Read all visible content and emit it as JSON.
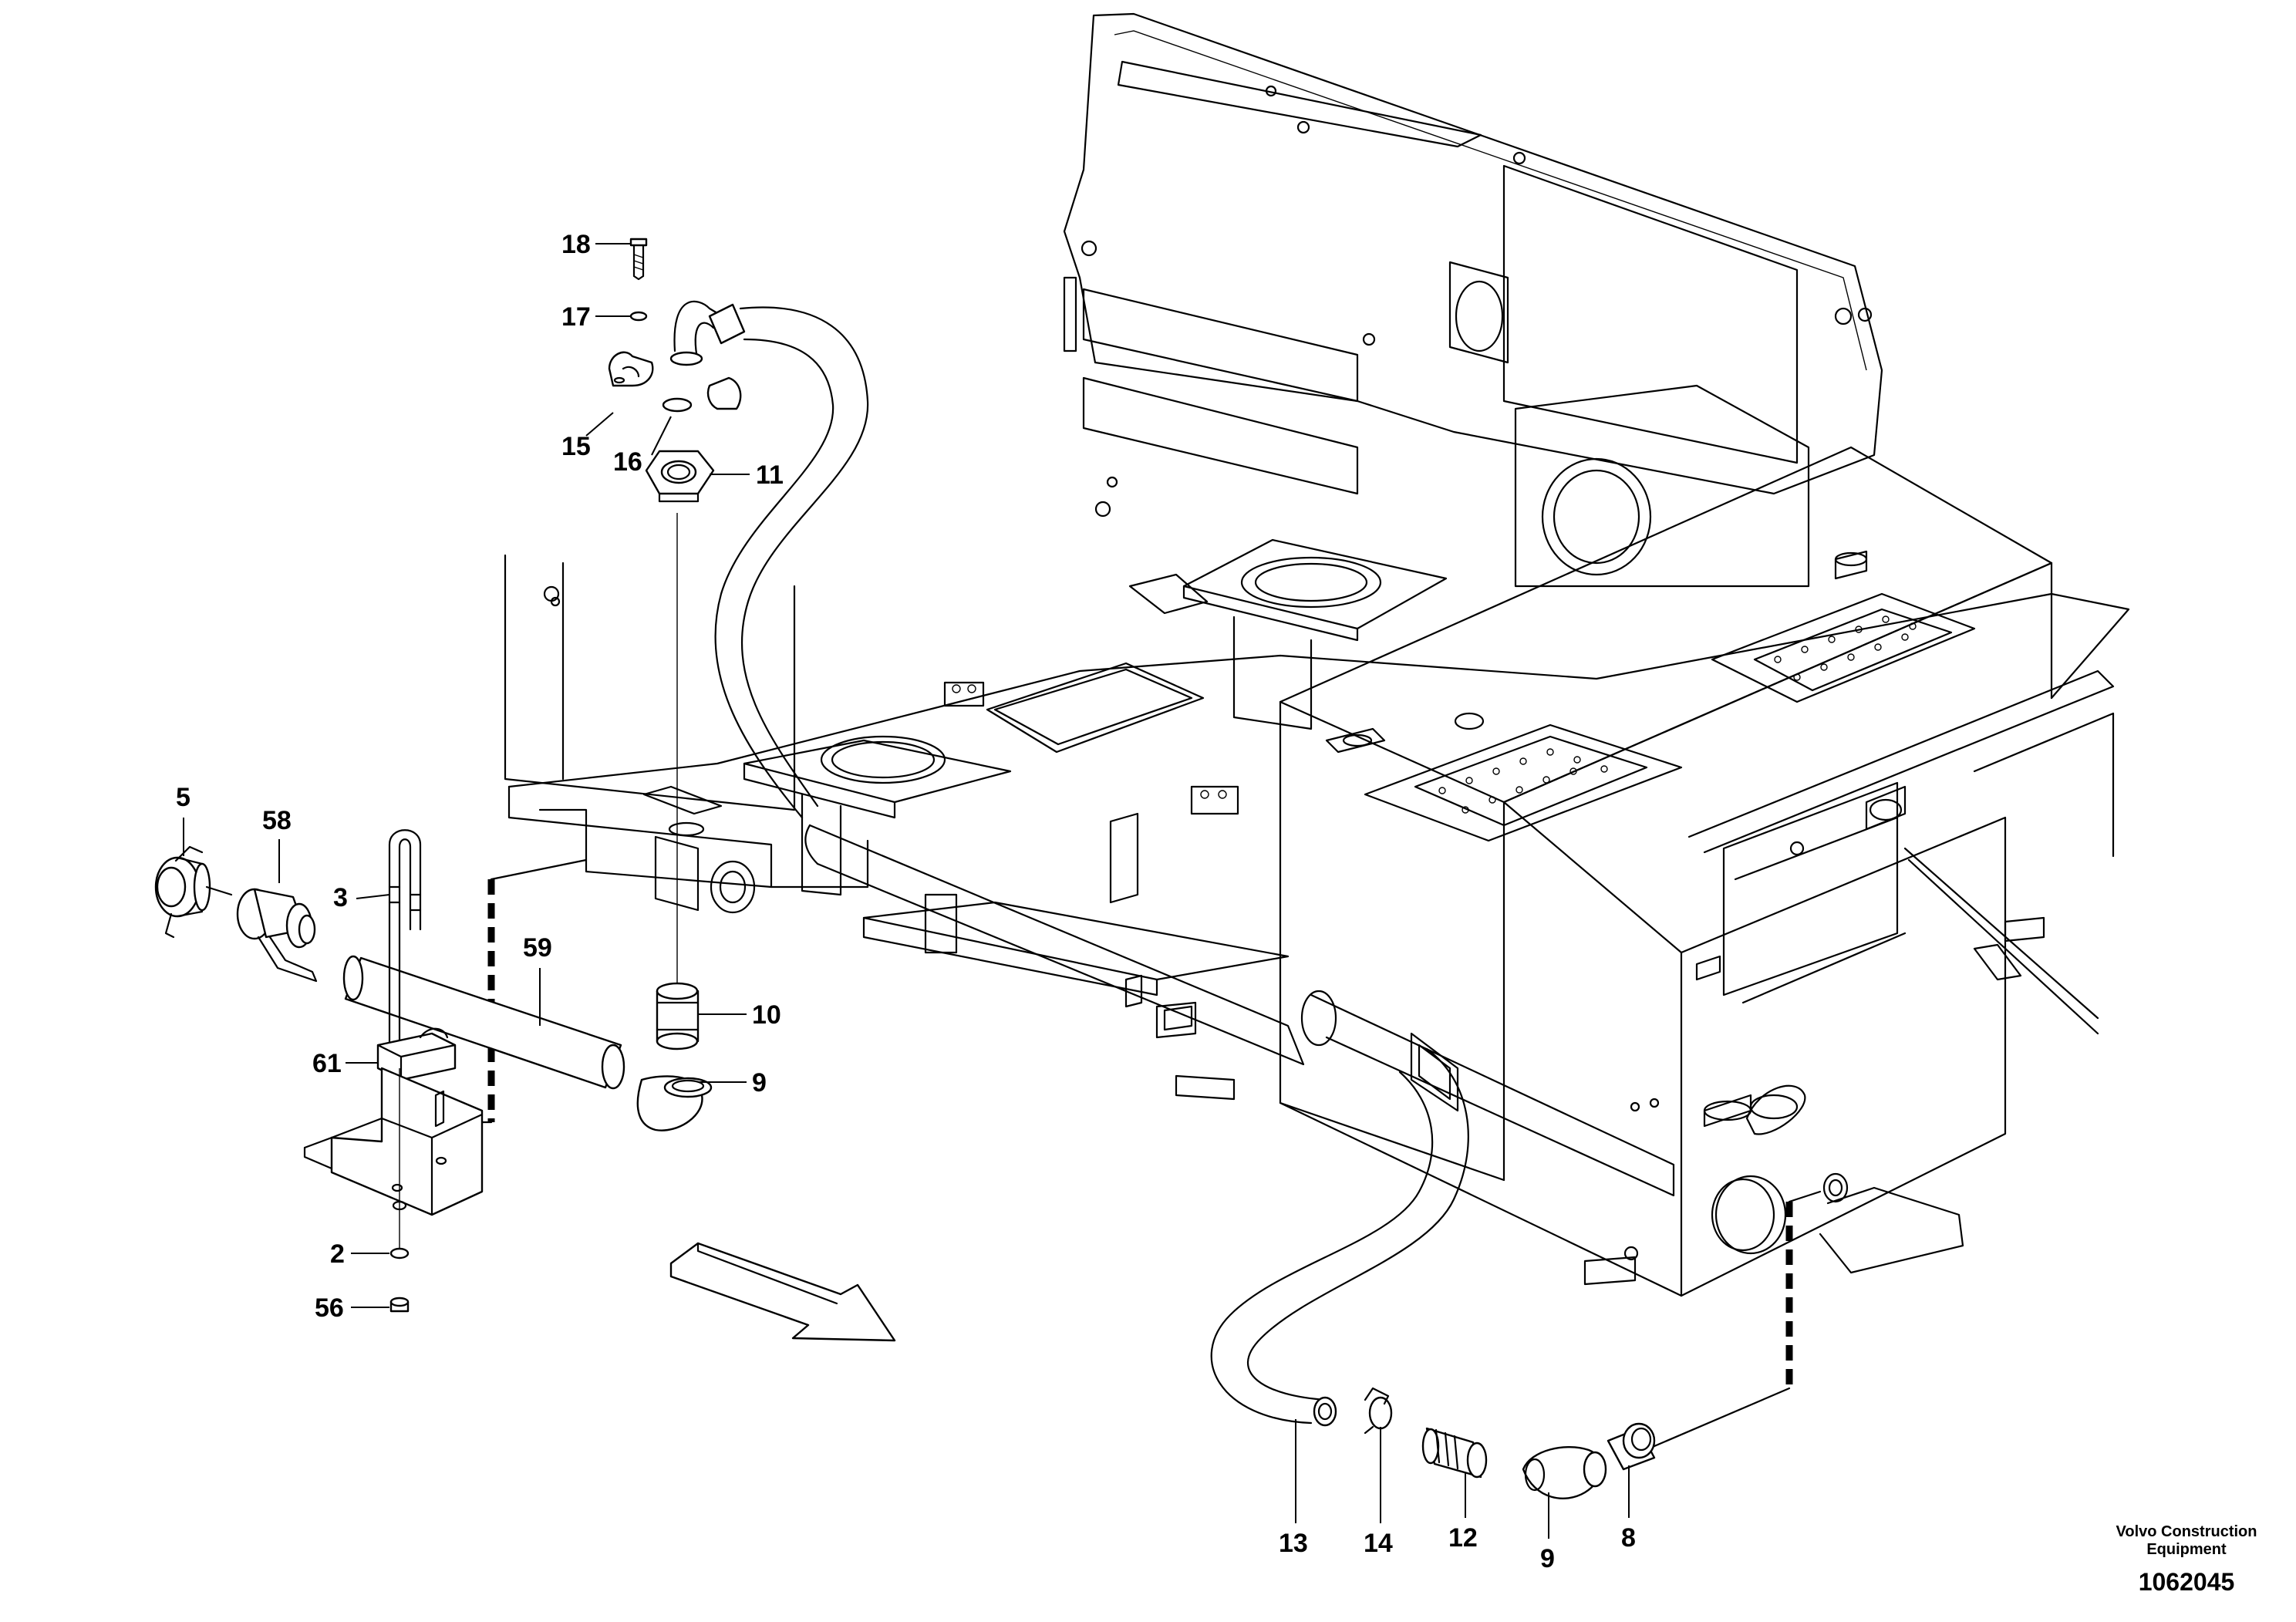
{
  "callouts": [
    {
      "id": "18",
      "text": "18"
    },
    {
      "id": "17",
      "text": "17"
    },
    {
      "id": "15",
      "text": "15"
    },
    {
      "id": "16",
      "text": "16"
    },
    {
      "id": "11",
      "text": "11"
    },
    {
      "id": "5",
      "text": "5"
    },
    {
      "id": "58",
      "text": "58"
    },
    {
      "id": "3",
      "text": "3"
    },
    {
      "id": "59",
      "text": "59"
    },
    {
      "id": "10",
      "text": "10"
    },
    {
      "id": "61",
      "text": "61"
    },
    {
      "id": "9a",
      "text": "9"
    },
    {
      "id": "2",
      "text": "2"
    },
    {
      "id": "56",
      "text": "56"
    },
    {
      "id": "13",
      "text": "13"
    },
    {
      "id": "14",
      "text": "14"
    },
    {
      "id": "12",
      "text": "12"
    },
    {
      "id": "9b",
      "text": "9"
    },
    {
      "id": "8",
      "text": "8"
    }
  ],
  "footer": {
    "maker_line1": "Volvo Construction",
    "maker_line2": "Equipment",
    "document_number": "1062045"
  }
}
